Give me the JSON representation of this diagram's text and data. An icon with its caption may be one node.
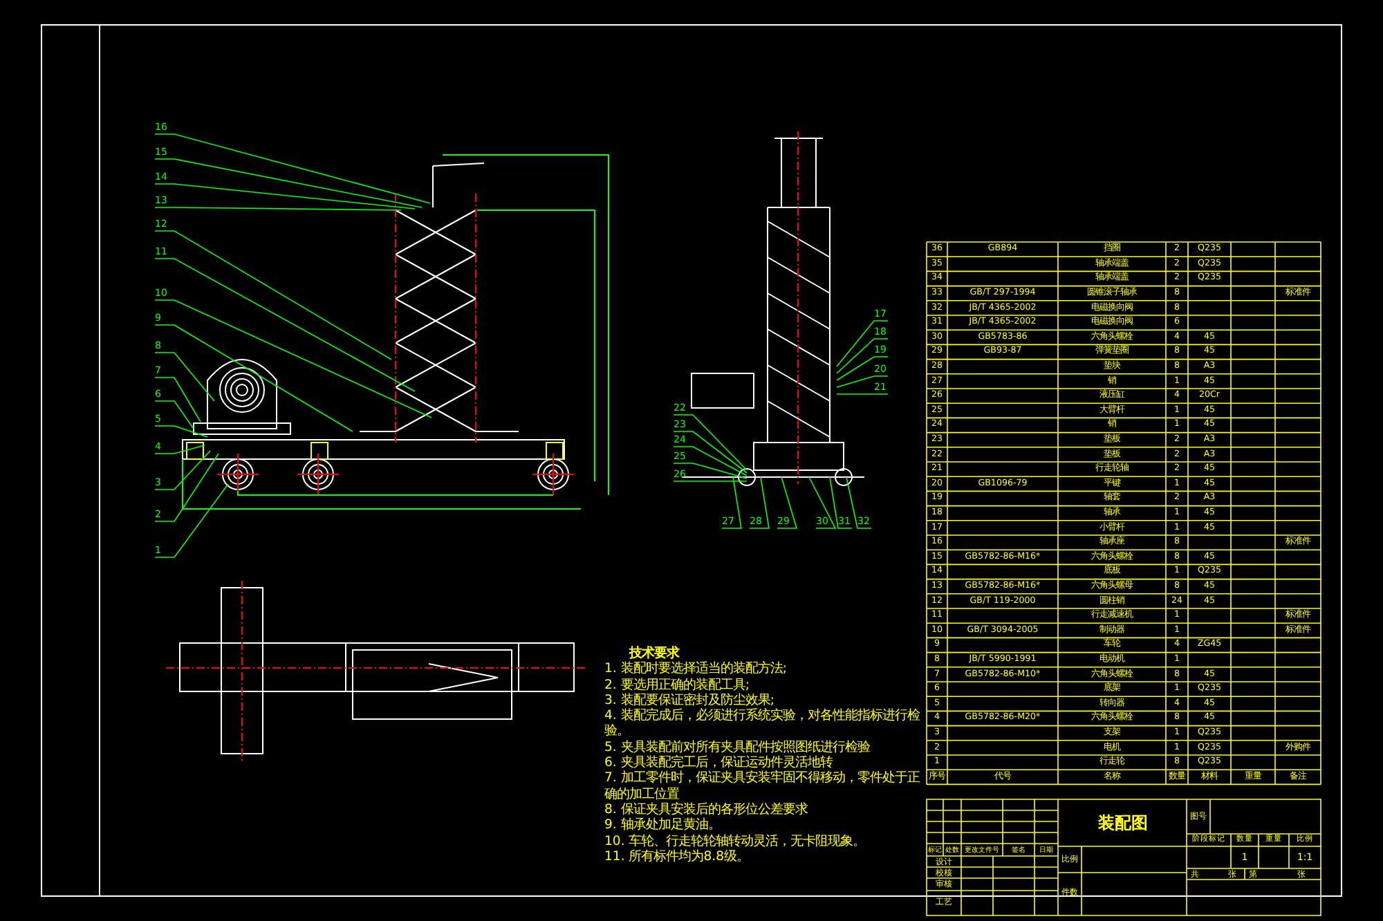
{
  "diagram": {
    "nodes": [
      {
        "text": [
          "16"
        ]
      },
      {
        "text": [
          "15"
        ]
      },
      {
        "text": [
          "14"
        ]
      },
      {
        "text": [
          "13"
        ]
      },
      {
        "text": [
          "12"
        ]
      },
      {
        "text": [
          "11"
        ]
      },
      {
        "text": [
          "10"
        ]
      },
      {
        "text": [
          "9"
        ]
      },
      {
        "text": [
          "8"
        ]
      },
      {
        "text": [
          "7"
        ]
      },
      {
        "text": [
          "6"
        ]
      },
      {
        "text": [
          "5"
        ]
      },
      {
        "text": [
          "4"
        ]
      },
      {
        "text": [
          "3"
        ]
      },
      {
        "text": [
          "2"
        ]
      },
      {
        "text": [
          "1"
        ]
      },
      {
        "text": [
          "17"
        ]
      },
      {
        "text": [
          "18"
        ]
      },
      {
        "text": [
          "19"
        ]
      },
      {
        "text": [
          "20"
        ]
      },
      {
        "text": [
          "21"
        ]
      },
      {
        "text": [
          "22"
        ]
      },
      {
        "text": [
          "23"
        ]
      },
      {
        "text": [
          "24"
        ]
      },
      {
        "text": [
          "25"
        ]
      },
      {
        "text": [
          "26"
        ]
      },
      {
        "text": [
          "27"
        ]
      },
      {
        "text": [
          "28"
        ]
      },
      {
        "text": [
          "29"
        ]
      },
      {
        "text": [
          "30"
        ]
      },
      {
        "text": [
          "31"
        ]
      },
      {
        "text": [
          "32"
        ]
      }
    ],
    "edges": [
      {
        "from": 0,
        "to": null,
        "arrow": "none"
      },
      {
        "from": 1,
        "to": null,
        "arrow": "none"
      },
      {
        "from": 2,
        "to": null,
        "arrow": "none"
      },
      {
        "from": 3,
        "to": null,
        "arrow": "none"
      },
      {
        "from": 4,
        "to": null,
        "arrow": "none"
      },
      {
        "from": 5,
        "to": null,
        "arrow": "none"
      },
      {
        "from": 6,
        "to": null,
        "arrow": "none"
      },
      {
        "from": 7,
        "to": null,
        "arrow": "none"
      },
      {
        "from": 8,
        "to": null,
        "arrow": "none"
      },
      {
        "from": 9,
        "to": null,
        "arrow": "none"
      },
      {
        "from": 10,
        "to": null,
        "arrow": "none"
      },
      {
        "from": 11,
        "to": null,
        "arrow": "none"
      },
      {
        "from": 12,
        "to": null,
        "arrow": "none"
      },
      {
        "from": 13,
        "to": null,
        "arrow": "none"
      },
      {
        "from": 14,
        "to": null,
        "arrow": "none"
      },
      {
        "from": 15,
        "to": null,
        "arrow": "none"
      },
      {
        "from": 16,
        "to": null,
        "arrow": "none"
      },
      {
        "from": 17,
        "to": null,
        "arrow": "none"
      },
      {
        "from": 18,
        "to": null,
        "arrow": "none"
      },
      {
        "from": 19,
        "to": null,
        "arrow": "none"
      },
      {
        "from": 20,
        "to": null,
        "arrow": "none"
      },
      {
        "from": 21,
        "to": null,
        "arrow": "none"
      },
      {
        "from": 22,
        "to": null,
        "arrow": "none"
      },
      {
        "from": 23,
        "to": null,
        "arrow": "none"
      },
      {
        "from": 24,
        "to": null,
        "arrow": "none"
      },
      {
        "from": 25,
        "to": null,
        "arrow": "none"
      },
      {
        "from": 26,
        "to": null,
        "arrow": "none"
      },
      {
        "from": 27,
        "to": null,
        "arrow": "none"
      },
      {
        "from": 28,
        "to": null,
        "arrow": "none"
      },
      {
        "from": 29,
        "to": null,
        "arrow": "none"
      },
      {
        "from": 30,
        "to": null,
        "arrow": "none"
      },
      {
        "from": 31,
        "to": null,
        "arrow": "none"
      }
    ],
    "labels": [
      "技术要求",
      "1. 装配时要选择适当的装配方法;",
      "2. 要选用正确的装配工具;",
      "3. 装配要保证密封及防尘效果;",
      "4. 装配完成后，必须进行系统实验，对各性能指标进行检验。",
      "5. 夹具装配前对所有夹具配件按照图纸进行检验",
      "6. 夹具装配完工后，保证运动件灵活地转",
      "7. 加工零件时，保证夹具安装牢固不得移动，零件处于正确的加工位置",
      "8. 保证夹具安装后的各形位公差要求",
      "9. 轴承处加足黄油。",
      "10. 车轮、行走轮轮轴转动灵活，无卡阻现象。",
      "11. 所有标件均为8.8级。",
      "36",
      "GB894",
      "挡圈",
      "2",
      "Q235",
      "35",
      "轴承端盖",
      "2",
      "Q235",
      "34",
      "轴承端盖",
      "2",
      "Q235",
      "33",
      "GB/T 297-1994",
      "圆锥滚子轴承",
      "8",
      "标准件",
      "32",
      "JB/T 4365-2002",
      "电磁换向阀",
      "8",
      "31",
      "JB/T 4365-2002",
      "电磁换向阀",
      "6",
      "30",
      "GB5783-86",
      "六角头螺栓",
      "4",
      "45",
      "29",
      "GB93-87",
      "弹簧垫圈",
      "8",
      "45",
      "28",
      "垫块",
      "8",
      "A3",
      "27",
      "销",
      "1",
      "45",
      "26",
      "液压缸",
      "4",
      "20Cr",
      "25",
      "大臂杆",
      "1",
      "45",
      "24",
      "销",
      "1",
      "45",
      "23",
      "垫板",
      "2",
      "A3",
      "22",
      "垫板",
      "2",
      "A3",
      "21",
      "行走轮轴",
      "2",
      "45",
      "20",
      "GB1096-79",
      "平键",
      "1",
      "45",
      "19",
      "轴套",
      "2",
      "A3",
      "18",
      "轴承",
      "1",
      "45",
      "17",
      "小臂杆",
      "1",
      "45",
      "16",
      "轴承座",
      "8",
      "标准件",
      "15",
      "GB5782-86-M16*",
      "六角头螺栓",
      "8",
      "45",
      "14",
      "底板",
      "1",
      "Q235",
      "13",
      "GB5782-86-M16*",
      "六角头螺母",
      "8",
      "45",
      "12",
      "GB/T 119-2000",
      "圆柱销",
      "24",
      "45",
      "11",
      "行走减速机",
      "1",
      "标准件",
      "10",
      "GB/T 3094-2005",
      "制动器",
      "1",
      "标准件",
      "9",
      "车轮",
      "4",
      "ZG45",
      "8",
      "JB/T 5990-1991",
      "电动机",
      "1",
      "7",
      "GB5782-86-M10*",
      "六角头螺栓",
      "8",
      "45",
      "6",
      "底架",
      "1",
      "Q235",
      "5",
      "转向器",
      "4",
      "45",
      "4",
      "GB5782-86-M20*",
      "六角头螺栓",
      "8",
      "45",
      "3",
      "支架",
      "1",
      "Q235",
      "2",
      "电机",
      "1",
      "Q235",
      "外购件",
      "1",
      "行走轮",
      "8",
      "Q235",
      "序号",
      "代号",
      "名称",
      "数量",
      "材料",
      "重量",
      "备注",
      "装配图",
      "图号",
      "标记",
      "处数",
      "更改文件号",
      "签名",
      "日期",
      "设计",
      "校核",
      "审核",
      "工艺",
      "比例",
      "件数",
      "阶段标记",
      "数量",
      "重量",
      "比例",
      "1",
      "1:1",
      "共",
      "张",
      "第",
      "张"
    ]
  }
}
